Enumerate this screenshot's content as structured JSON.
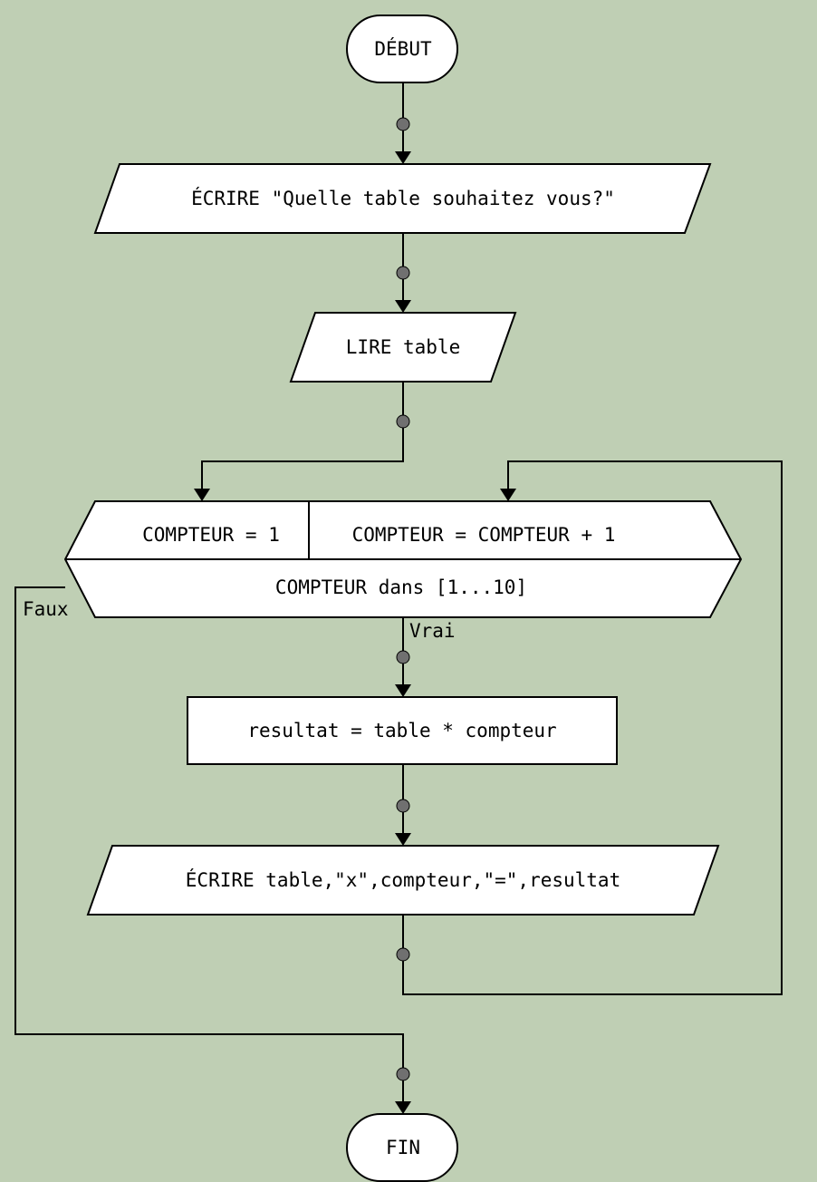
{
  "colors": {
    "background": "#bfcfb4",
    "shape_fill": "#ffffff",
    "stroke": "#000000",
    "connector_dot": "#707070"
  },
  "flowchart": {
    "start": "DÉBUT",
    "prompt_output": "ÉCRIRE \"Quelle table souhaitez vous?\"",
    "read_input": "LIRE table",
    "loop": {
      "init": "COMPTEUR = 1",
      "increment": "COMPTEUR = COMPTEUR + 1",
      "condition": "COMPTEUR dans [1...10]",
      "true_label": "Vrai",
      "false_label": "Faux"
    },
    "compute": "resultat = table * compteur",
    "result_output": "ÉCRIRE table,\"x\",compteur,\"=\",resultat",
    "end": "FIN"
  }
}
